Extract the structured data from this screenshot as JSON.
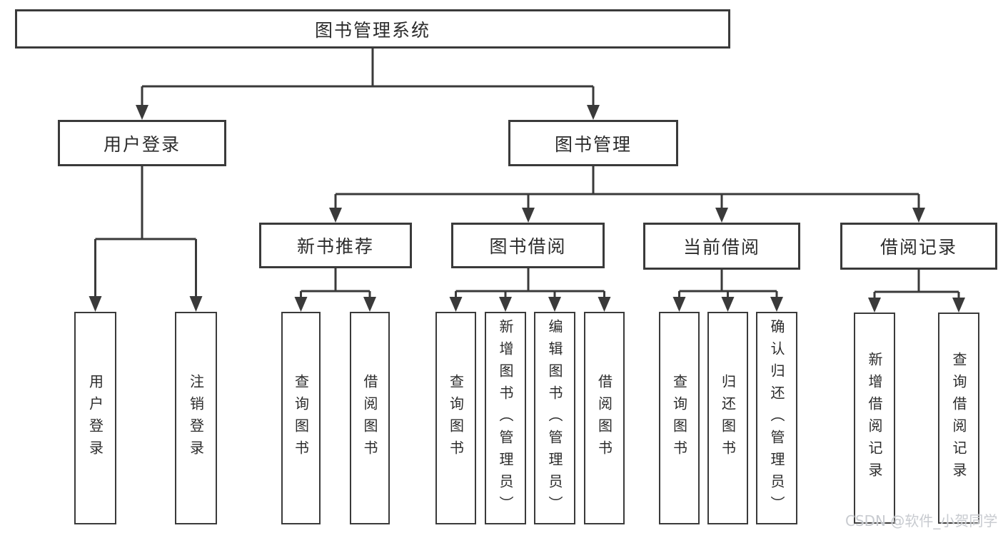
{
  "diagram": {
    "title": "图书管理系统",
    "level2": [
      {
        "label": "用户登录"
      },
      {
        "label": "图书管理"
      }
    ],
    "level3": [
      {
        "label": "新书推荐"
      },
      {
        "label": "图书借阅"
      },
      {
        "label": "当前借阅"
      },
      {
        "label": "借阅记录"
      }
    ],
    "leaves": [
      {
        "label": "用户登录"
      },
      {
        "label": "注销登录"
      },
      {
        "label": "查询图书"
      },
      {
        "label": "借阅图书"
      },
      {
        "label": "查询图书"
      },
      {
        "label": "新增图书（管理员）"
      },
      {
        "label": "编辑图书（管理员）"
      },
      {
        "label": "借阅图书"
      },
      {
        "label": "查询图书"
      },
      {
        "label": "归还图书"
      },
      {
        "label": "确认归还（管理员）"
      },
      {
        "label": "新增借阅记录"
      },
      {
        "label": "查询借阅记录"
      }
    ]
  },
  "watermark": {
    "text": "CSDN @软件_小贺同学"
  },
  "colors": {
    "line": "#3a3a3a",
    "border": "#3a3a3a",
    "text": "#2c2c2c",
    "watermark": "#c8cbd0",
    "background": "#ffffff"
  }
}
